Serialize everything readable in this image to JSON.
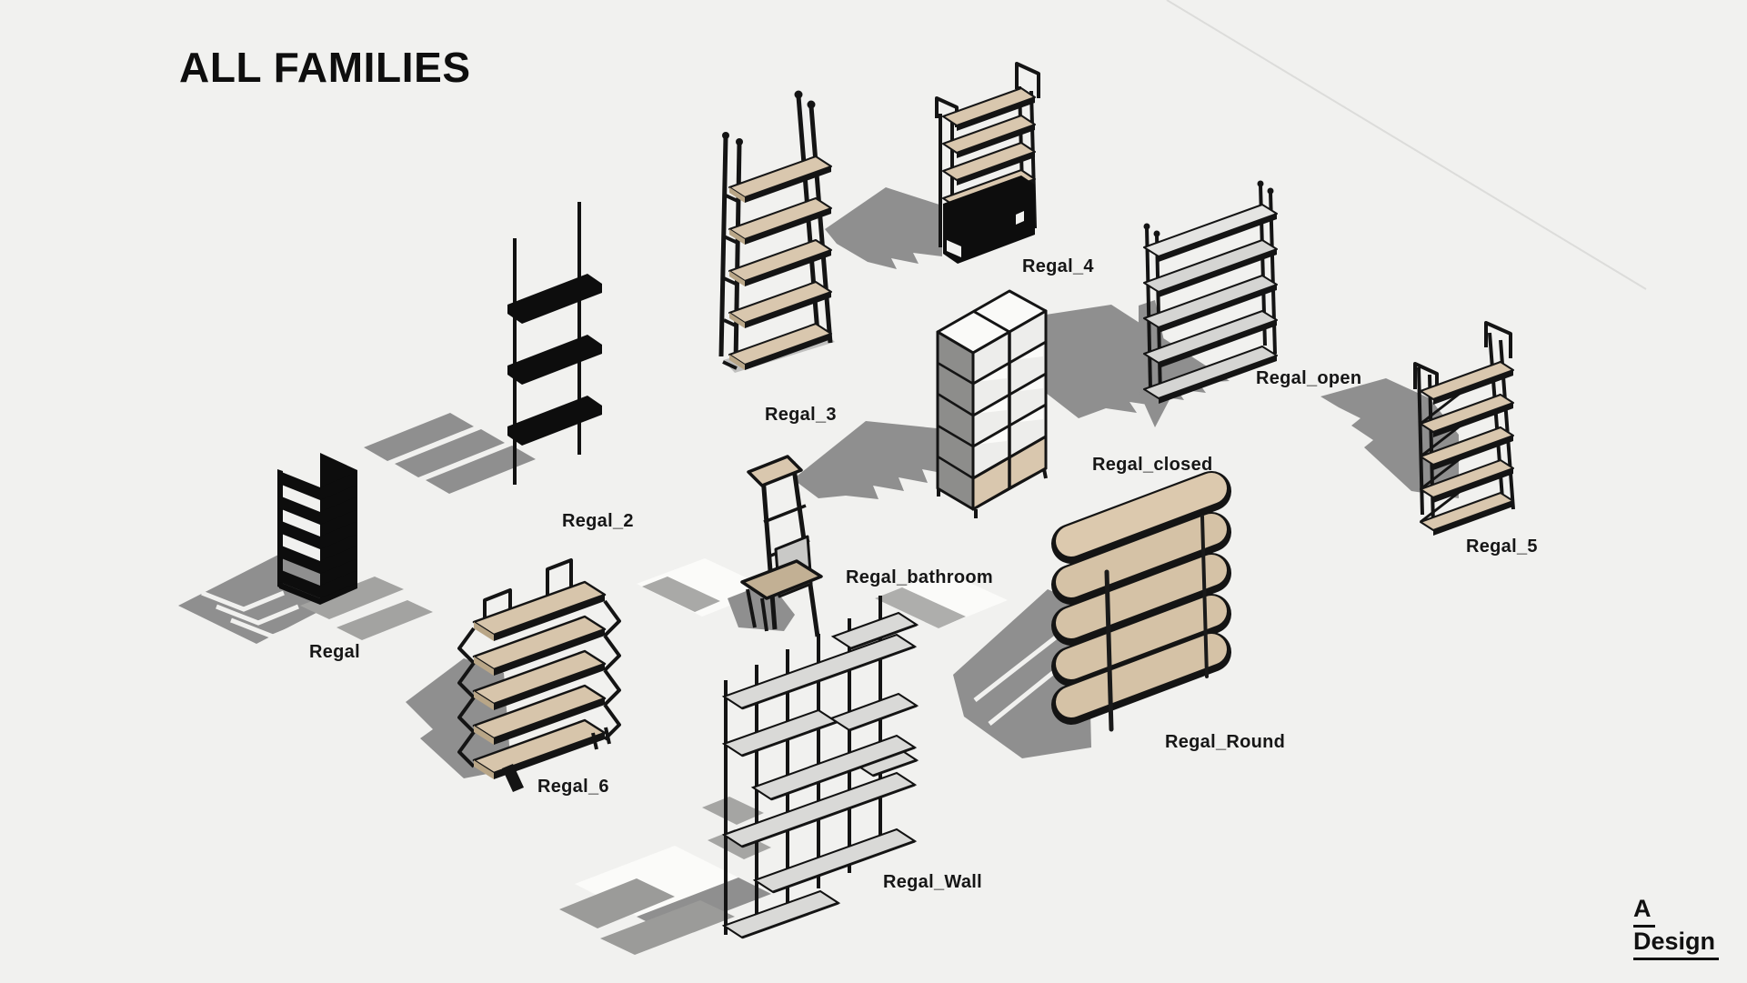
{
  "page": {
    "title": "ALL FAMILIES"
  },
  "logo": {
    "line1": "A",
    "line2": "Design"
  },
  "families": [
    {
      "id": "regal",
      "label": "Regal"
    },
    {
      "id": "regal_2",
      "label": "Regal_2"
    },
    {
      "id": "regal_3",
      "label": "Regal_3"
    },
    {
      "id": "regal_4",
      "label": "Regal_4"
    },
    {
      "id": "regal_open",
      "label": "Regal_open"
    },
    {
      "id": "regal_5",
      "label": "Regal_5"
    },
    {
      "id": "regal_closed",
      "label": "Regal_closed"
    },
    {
      "id": "regal_bathroom",
      "label": "Regal_bathroom"
    },
    {
      "id": "regal_6",
      "label": "Regal_6"
    },
    {
      "id": "regal_round",
      "label": "Regal_Round"
    },
    {
      "id": "regal_wall",
      "label": "Regal_Wall"
    }
  ],
  "colors": {
    "background": "#f1f1ef",
    "frame_black": "#141414",
    "wood": "#d9c7ae",
    "wood_shade": "#b9a687",
    "gray_shelf": "#d6d6d4",
    "shadow": "#8f8f8f",
    "cabinet_side": "#8d8d8b"
  }
}
